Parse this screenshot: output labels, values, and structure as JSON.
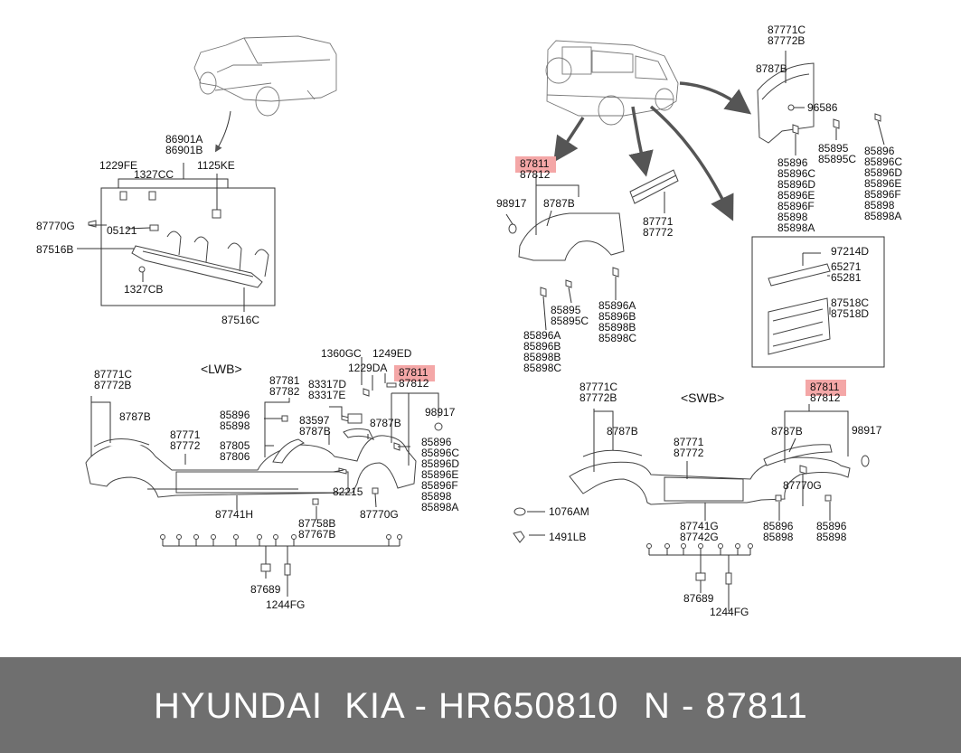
{
  "footer": {
    "brand": "HYUNDAI  KIA - HR650810",
    "part": "N - 87811"
  },
  "sections": {
    "lwb": "<LWB>",
    "swb": "<SWB>"
  },
  "colors": {
    "highlight": "#f4a7a7",
    "footer_bg": "#6f6f6f"
  },
  "labels": [
    {
      "id": "l1",
      "lines": [
        "86901A",
        "86901B"
      ]
    },
    {
      "id": "l2",
      "lines": [
        "1229FE"
      ]
    },
    {
      "id": "l3",
      "lines": [
        "1327CC"
      ]
    },
    {
      "id": "l4",
      "lines": [
        "1125KE"
      ]
    },
    {
      "id": "l5",
      "lines": [
        "87770G"
      ]
    },
    {
      "id": "l6",
      "lines": [
        "05121"
      ]
    },
    {
      "id": "l7",
      "lines": [
        "87516B"
      ]
    },
    {
      "id": "l8",
      "lines": [
        "1327CB"
      ]
    },
    {
      "id": "l9",
      "lines": [
        "87516C"
      ]
    },
    {
      "id": "l10",
      "lines": [
        "87811",
        "87812"
      ],
      "highlight": true
    },
    {
      "id": "l11",
      "lines": [
        "98917"
      ]
    },
    {
      "id": "l12",
      "lines": [
        "8787B"
      ]
    },
    {
      "id": "l13",
      "lines": [
        "87771",
        "87772"
      ]
    },
    {
      "id": "l14",
      "lines": [
        "87771C",
        "87772B"
      ]
    },
    {
      "id": "l15",
      "lines": [
        "8787B"
      ]
    },
    {
      "id": "l16",
      "lines": [
        "96586"
      ]
    },
    {
      "id": "l17",
      "lines": [
        "85895",
        "85895C"
      ]
    },
    {
      "id": "l18",
      "lines": [
        "85896",
        "85896C",
        "85896D",
        "85896E",
        "85896F",
        "85898",
        "85898A"
      ]
    },
    {
      "id": "l19",
      "lines": [
        "85896",
        "85896C",
        "85896D",
        "85896E",
        "85896F",
        "85898",
        "85898A"
      ]
    },
    {
      "id": "l20",
      "lines": [
        "97214D"
      ]
    },
    {
      "id": "l21",
      "lines": [
        "65271",
        "65281"
      ]
    },
    {
      "id": "l22",
      "lines": [
        "87518C",
        "87518D"
      ]
    },
    {
      "id": "l23",
      "lines": [
        "85895",
        "85895C"
      ]
    },
    {
      "id": "l24",
      "lines": [
        "85896A",
        "85896B",
        "85898B",
        "85898C"
      ]
    },
    {
      "id": "l25",
      "lines": [
        "85896A",
        "85896B",
        "85898B",
        "85898C"
      ]
    },
    {
      "id": "l26",
      "lines": [
        "87771C",
        "87772B"
      ]
    },
    {
      "id": "l27",
      "lines": [
        "8787B"
      ]
    },
    {
      "id": "l28",
      "lines": [
        "87771",
        "87772"
      ]
    },
    {
      "id": "l29",
      "lines": [
        "87781",
        "87782"
      ]
    },
    {
      "id": "l30",
      "lines": [
        "85896",
        "85898"
      ]
    },
    {
      "id": "l31",
      "lines": [
        "87805",
        "87806"
      ]
    },
    {
      "id": "l32",
      "lines": [
        "1360GC"
      ]
    },
    {
      "id": "l33",
      "lines": [
        "1249ED"
      ]
    },
    {
      "id": "l34",
      "lines": [
        "1229DA"
      ]
    },
    {
      "id": "l35",
      "lines": [
        "83317D",
        "83317E"
      ]
    },
    {
      "id": "l36",
      "lines": [
        "83597"
      ]
    },
    {
      "id": "l37",
      "lines": [
        "8787B"
      ]
    },
    {
      "id": "l38",
      "lines": [
        "8787B"
      ]
    },
    {
      "id": "l39",
      "lines": [
        "87811",
        "87812"
      ],
      "highlight": true
    },
    {
      "id": "l40",
      "lines": [
        "98917"
      ]
    },
    {
      "id": "l41",
      "lines": [
        "85896",
        "85896C",
        "85896D",
        "85896E",
        "85896F",
        "85898",
        "85898A"
      ]
    },
    {
      "id": "l42",
      "lines": [
        "82215"
      ]
    },
    {
      "id": "l43",
      "lines": [
        "87741H"
      ]
    },
    {
      "id": "l44",
      "lines": [
        "87758B",
        "87767B"
      ]
    },
    {
      "id": "l45",
      "lines": [
        "87770G"
      ]
    },
    {
      "id": "l46",
      "lines": [
        "87689"
      ]
    },
    {
      "id": "l47",
      "lines": [
        "1244FG"
      ]
    },
    {
      "id": "l48",
      "lines": [
        "87771C",
        "87772B"
      ]
    },
    {
      "id": "l49",
      "lines": [
        "8787B"
      ]
    },
    {
      "id": "l50",
      "lines": [
        "87771",
        "87772"
      ]
    },
    {
      "id": "l51",
      "lines": [
        "87811",
        "87812"
      ],
      "highlight": true
    },
    {
      "id": "l52",
      "lines": [
        "8787B"
      ]
    },
    {
      "id": "l53",
      "lines": [
        "98917"
      ]
    },
    {
      "id": "l54",
      "lines": [
        "87770G"
      ]
    },
    {
      "id": "l55",
      "lines": [
        "85896",
        "85898"
      ]
    },
    {
      "id": "l56",
      "lines": [
        "85896",
        "85898"
      ]
    },
    {
      "id": "l57",
      "lines": [
        "1076AM"
      ]
    },
    {
      "id": "l58",
      "lines": [
        "1491LB"
      ]
    },
    {
      "id": "l59",
      "lines": [
        "87741G",
        "87742G"
      ]
    },
    {
      "id": "l60",
      "lines": [
        "87689"
      ]
    },
    {
      "id": "l61",
      "lines": [
        "1244FG"
      ]
    }
  ]
}
